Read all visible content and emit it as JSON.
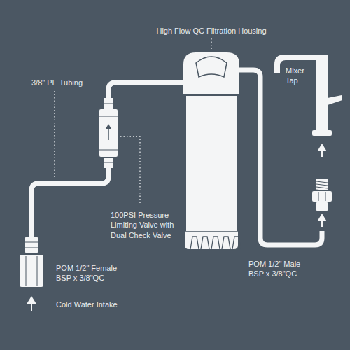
{
  "diagram": {
    "labels": [
      "High Flow QC Filtration Housing",
      "3/8\" PE Tubing",
      "Mixer Tap",
      "100PSI Pressure Limiting Valve with Dual Check Valve",
      "POM 1/2\" Female BSP x 3/8\"QC",
      "Cold Water Intake",
      "POM 1/2\" Male BSP x 3/8\"QC"
    ]
  }
}
